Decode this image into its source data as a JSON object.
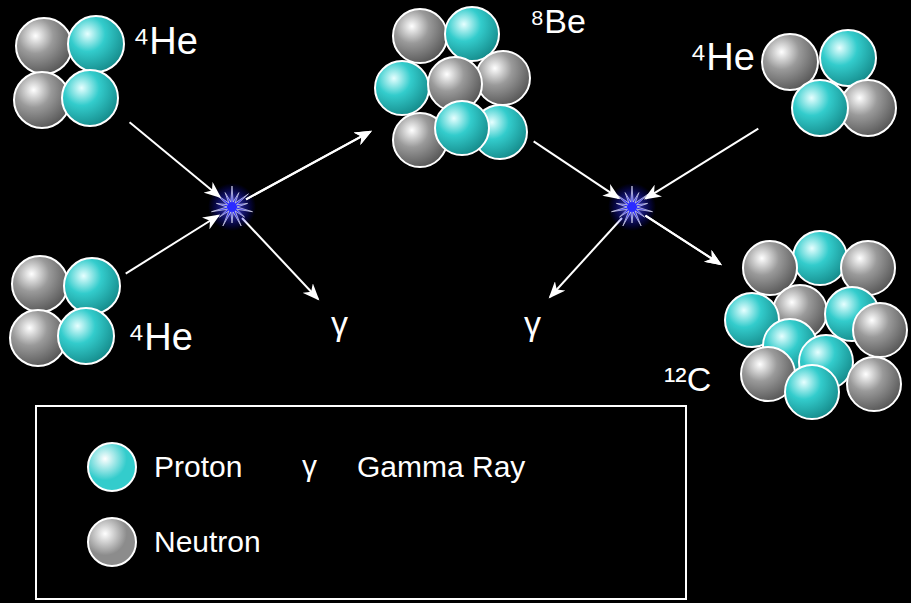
{
  "diagram": {
    "nodes": [
      {
        "text": [
          "⁴He"
        ]
      },
      {
        "text": [
          "⁸Be"
        ]
      },
      {
        "text": [
          "⁴He"
        ]
      },
      {
        "text": [
          "⁴He"
        ]
      },
      {
        "text": [
          "¹²C"
        ]
      }
    ],
    "edges": [
      {
        "from": 0,
        "to": 1,
        "arrow": "to"
      },
      {
        "from": 3,
        "to": 1,
        "arrow": "to"
      },
      {
        "from": 1,
        "to": 4,
        "arrow": "to"
      },
      {
        "from": 2,
        "to": 4,
        "arrow": "to"
      }
    ],
    "labels": [
      "γ",
      "γ",
      "γ"
    ],
    "legend": [
      {
        "text": "Proton",
        "color": "#33cccc"
      },
      {
        "text": "Neutron",
        "color": "#8c8c8c"
      },
      {
        "text": "Gamma Ray"
      }
    ]
  }
}
